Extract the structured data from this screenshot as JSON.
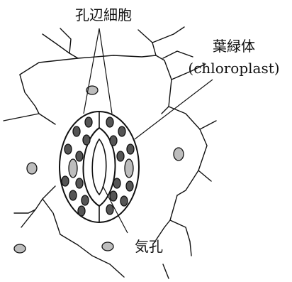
{
  "labels": {
    "guard_cell": "孔辺細胞",
    "chloroplast": "葉緑体",
    "chloroplast_en": "(chloroplast)",
    "stoma": "気孔"
  },
  "colors": {
    "line": "#111111",
    "chloroplast_dark": "#555555",
    "chloroplast_light": "#bdbdbd",
    "background": "#ffffff"
  }
}
